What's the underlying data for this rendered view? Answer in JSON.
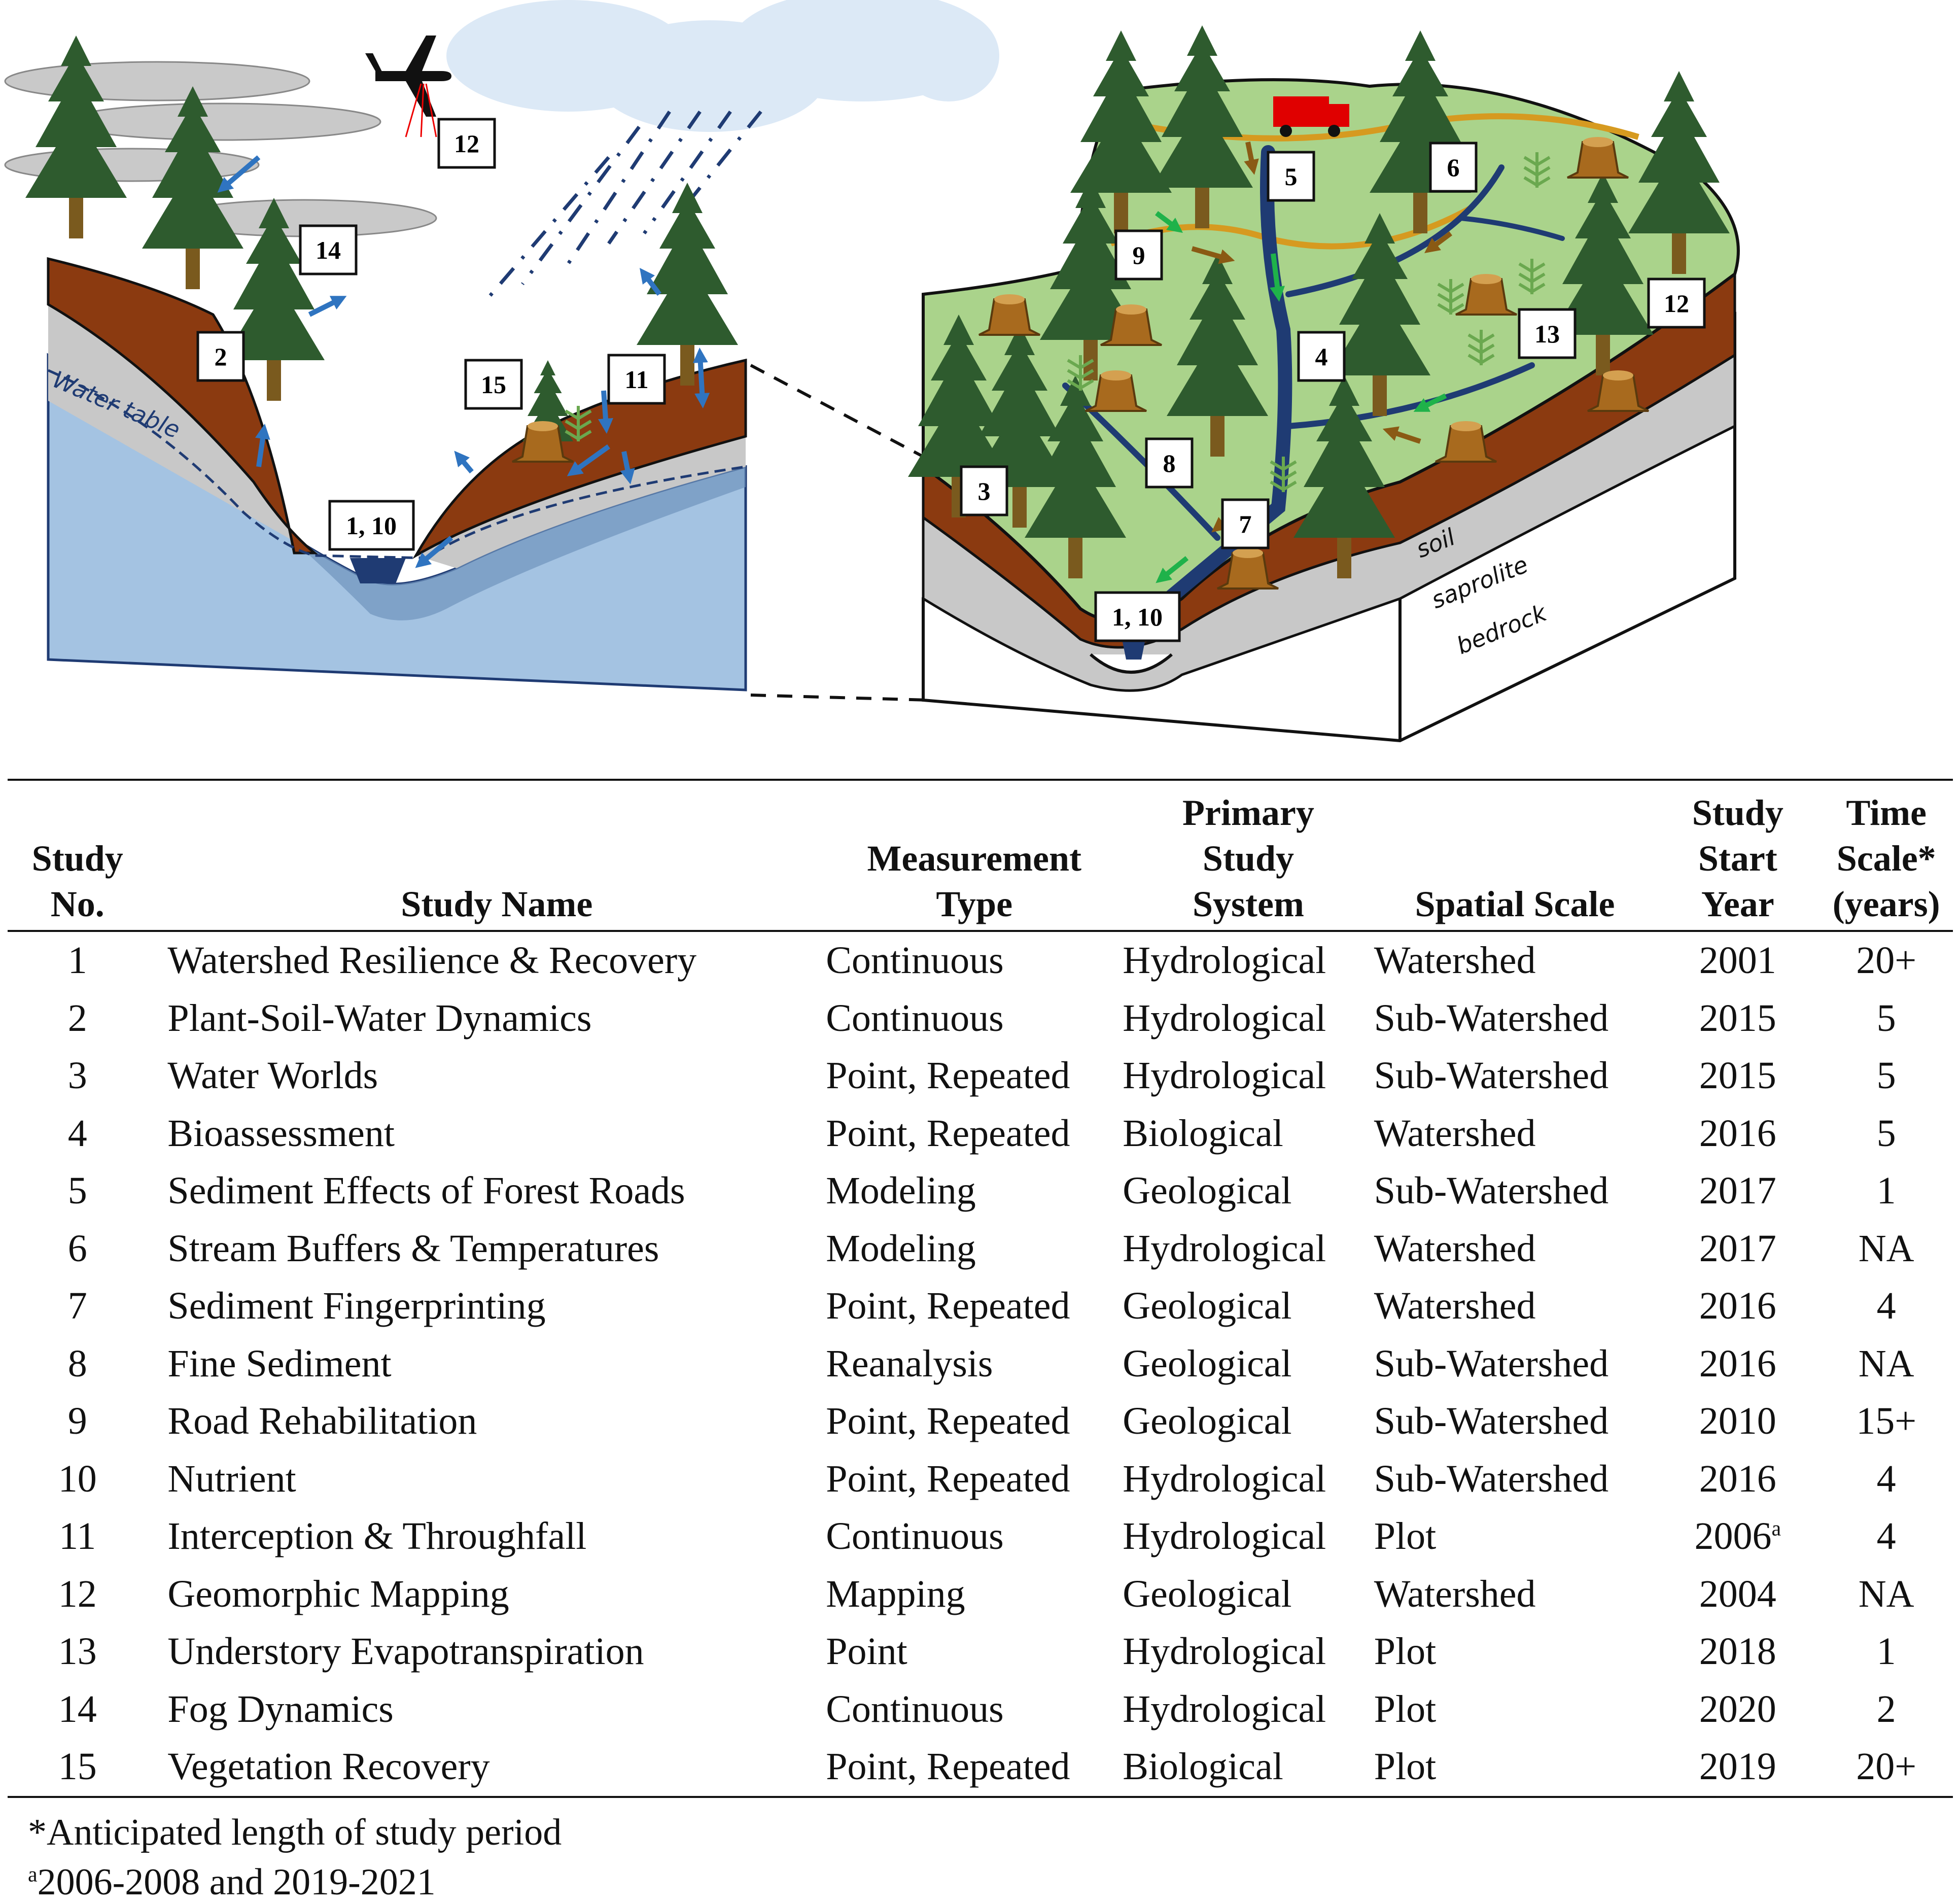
{
  "diagram": {
    "left_labels": [
      {
        "text": "12"
      },
      {
        "text": "14"
      },
      {
        "text": "2"
      },
      {
        "text": "15"
      },
      {
        "text": "11"
      },
      {
        "text": "1, 10"
      }
    ],
    "right_labels": [
      {
        "text": "5"
      },
      {
        "text": "6"
      },
      {
        "text": "9"
      },
      {
        "text": "12"
      },
      {
        "text": "13"
      },
      {
        "text": "4"
      },
      {
        "text": "8"
      },
      {
        "text": "3"
      },
      {
        "text": "7"
      },
      {
        "text": "1, 10"
      }
    ],
    "water_table_label": "Water table",
    "layer_labels": {
      "soil": "soil",
      "saprolite": "saprolite",
      "bedrock": "bedrock"
    },
    "colors": {
      "soil": "#8b3a10",
      "saprolite": "#c8c8c8",
      "water": "#a4c3e2",
      "watershed_green": "#aad38b",
      "stream": "#1f3b73",
      "tree": "#2e5b2e",
      "trunk": "#7a5a1e",
      "road": "#d69a20",
      "arrow_blue": "#2f74c0",
      "arrow_brown": "#8a5a14",
      "arrow_green": "#1fb24a",
      "truck": "#e00000",
      "cloud": "#dce9f6"
    }
  },
  "table": {
    "headers": {
      "no_1": "Study",
      "no_2": "No.",
      "name": "Study Name",
      "type_1": "Measurement",
      "type_2": "Type",
      "sys_1": "Primary",
      "sys_2": "Study",
      "sys_3": "System",
      "scale": "Spatial Scale",
      "year_1": "Study",
      "year_2": "Start",
      "year_3": "Year",
      "time_1": "Time",
      "time_2": "Scale*",
      "time_3": "(years)"
    },
    "rows": [
      {
        "no": "1",
        "name": "Watershed Resilience & Recovery",
        "type": "Continuous",
        "system": "Hydrological",
        "scale": "Watershed",
        "year": "2001",
        "year_sup": "",
        "time": "20+"
      },
      {
        "no": "2",
        "name": "Plant-Soil-Water Dynamics",
        "type": "Continuous",
        "system": "Hydrological",
        "scale": "Sub-Watershed",
        "year": "2015",
        "year_sup": "",
        "time": "5"
      },
      {
        "no": "3",
        "name": "Water Worlds",
        "type": "Point, Repeated",
        "system": "Hydrological",
        "scale": "Sub-Watershed",
        "year": "2015",
        "year_sup": "",
        "time": "5"
      },
      {
        "no": "4",
        "name": "Bioassessment",
        "type": "Point, Repeated",
        "system": "Biological",
        "scale": "Watershed",
        "year": "2016",
        "year_sup": "",
        "time": "5"
      },
      {
        "no": "5",
        "name": "Sediment Effects of Forest Roads",
        "type": "Modeling",
        "system": "Geological",
        "scale": "Sub-Watershed",
        "year": "2017",
        "year_sup": "",
        "time": "1"
      },
      {
        "no": "6",
        "name": "Stream Buffers & Temperatures",
        "type": "Modeling",
        "system": "Hydrological",
        "scale": "Watershed",
        "year": "2017",
        "year_sup": "",
        "time": "NA"
      },
      {
        "no": "7",
        "name": "Sediment Fingerprinting",
        "type": "Point, Repeated",
        "system": "Geological",
        "scale": "Watershed",
        "year": "2016",
        "year_sup": "",
        "time": "4"
      },
      {
        "no": "8",
        "name": "Fine Sediment",
        "type": "Reanalysis",
        "system": "Geological",
        "scale": "Sub-Watershed",
        "year": "2016",
        "year_sup": "",
        "time": "NA"
      },
      {
        "no": "9",
        "name": "Road Rehabilitation",
        "type": "Point, Repeated",
        "system": "Geological",
        "scale": "Sub-Watershed",
        "year": "2010",
        "year_sup": "",
        "time": "15+"
      },
      {
        "no": "10",
        "name": "Nutrient",
        "type": "Point, Repeated",
        "system": "Hydrological",
        "scale": "Sub-Watershed",
        "year": "2016",
        "year_sup": "",
        "time": "4"
      },
      {
        "no": "11",
        "name": "Interception & Throughfall",
        "type": "Continuous",
        "system": "Hydrological",
        "scale": "Plot",
        "year": "2006",
        "year_sup": "a",
        "time": "4"
      },
      {
        "no": "12",
        "name": "Geomorphic Mapping",
        "type": "Mapping",
        "system": "Geological",
        "scale": "Watershed",
        "year": "2004",
        "year_sup": "",
        "time": "NA"
      },
      {
        "no": "13",
        "name": "Understory Evapotranspiration",
        "type": "Point",
        "system": "Hydrological",
        "scale": "Plot",
        "year": "2018",
        "year_sup": "",
        "time": "1"
      },
      {
        "no": "14",
        "name": "Fog Dynamics",
        "type": "Continuous",
        "system": "Hydrological",
        "scale": "Plot",
        "year": "2020",
        "year_sup": "",
        "time": "2"
      },
      {
        "no": "15",
        "name": "Vegetation Recovery",
        "type": "Point, Repeated",
        "system": "Biological",
        "scale": "Plot",
        "year": "2019",
        "year_sup": "",
        "time": "20+"
      }
    ]
  },
  "footnotes": {
    "note1": "*Anticipated length of study period",
    "note2_sup": "a",
    "note2": "2006-2008 and 2019-2021"
  }
}
